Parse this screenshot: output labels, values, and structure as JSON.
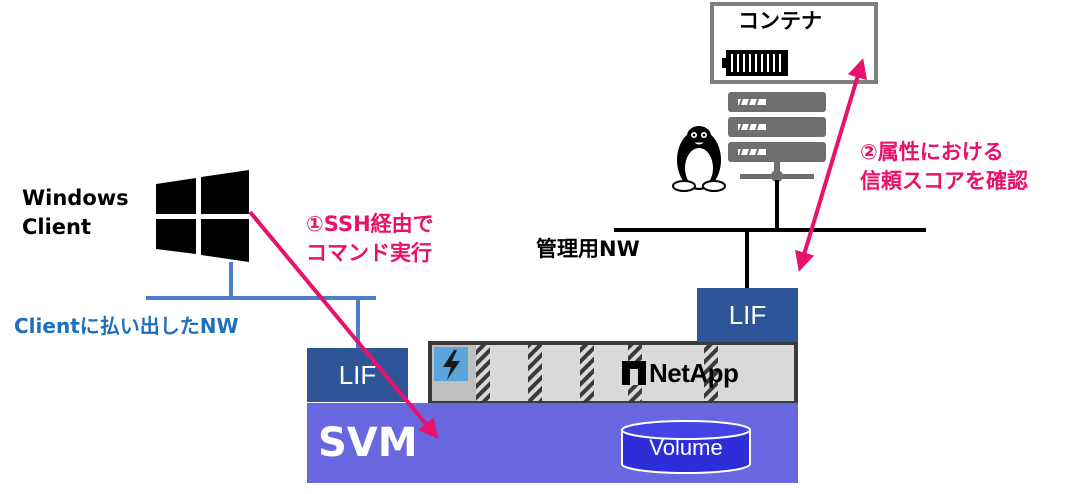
{
  "labels": {
    "container": "コンテナ",
    "windows_line1": "Windows",
    "windows_line2": "Client",
    "step1_line1": "①SSH経由で",
    "step1_line2": "コマンド実行",
    "step2_line1": "②属性における",
    "step2_line2": "信頼スコアを確認",
    "mgmt_nw": "管理用NW",
    "client_nw": "Clientに払い出したNW",
    "lif_left": "LIF",
    "lif_right": "LIF",
    "svm": "SVM",
    "volume": "Volume",
    "netapp": "NetApp"
  },
  "colors": {
    "pink": "#e8116b",
    "blue_nw": "#4a7fc1",
    "lif": "#2e5597",
    "svm": "#6767e0"
  },
  "icons": [
    "windows-logo-icon",
    "container-icon",
    "server-icon",
    "linux-penguin-icon",
    "netapp-logo-icon",
    "lightning-icon"
  ]
}
